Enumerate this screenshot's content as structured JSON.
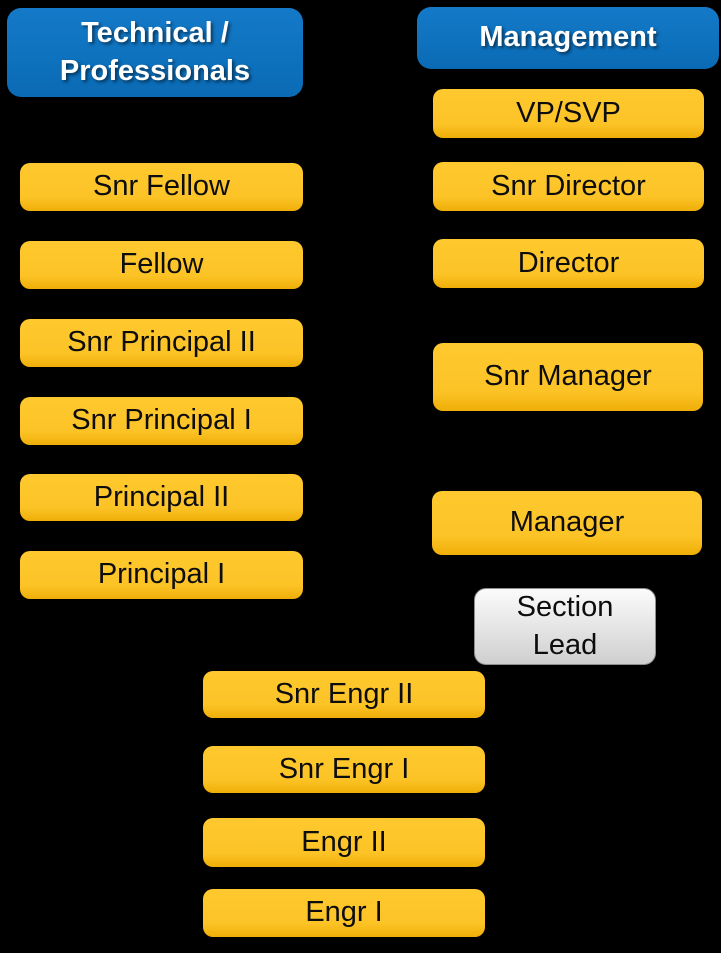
{
  "colors": {
    "background": "#000000",
    "header_blue": "#0e72be",
    "level_yellow": "#fcc326",
    "section_lead_gray": "#e3e3e3",
    "header_text": "#ffffff",
    "level_text": "#0d0d0d"
  },
  "tracks": {
    "technical": {
      "header_label": "Technical / Professionals",
      "levels": [
        "Snr Fellow",
        "Fellow",
        "Snr Principal II",
        "Snr Principal I",
        "Principal II",
        "Principal I"
      ]
    },
    "management": {
      "header_label": "Management",
      "levels": [
        "VP/SVP",
        "Snr Director",
        "Director",
        "Snr Manager",
        "Manager"
      ],
      "section_lead_label": "Section Lead"
    },
    "shared": {
      "levels": [
        "Snr Engr II",
        "Snr Engr I",
        "Engr II",
        "Engr I"
      ]
    }
  }
}
